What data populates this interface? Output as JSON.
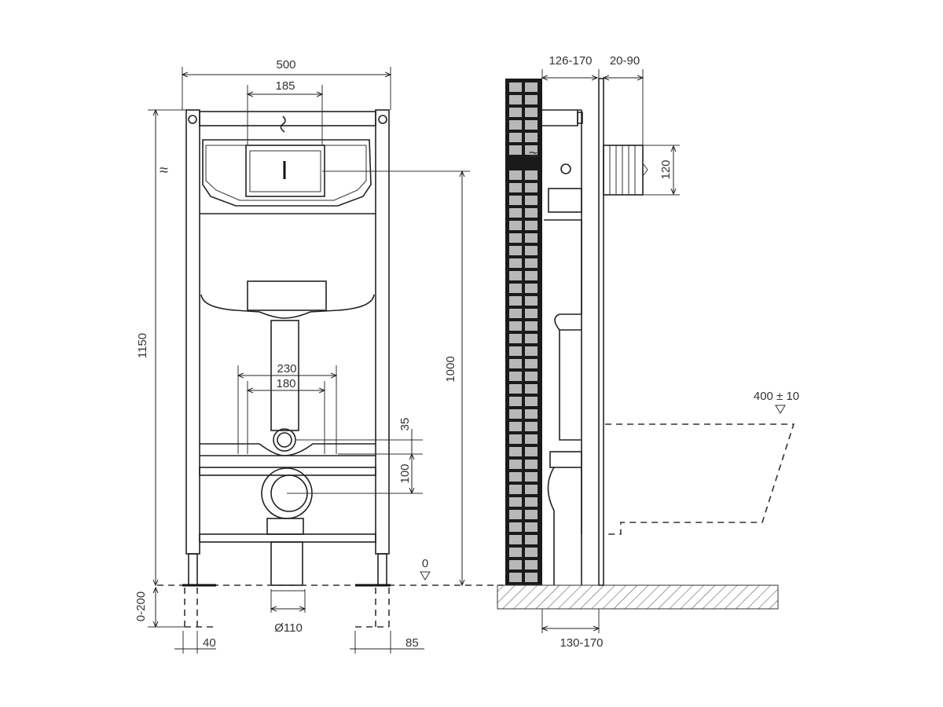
{
  "front_view": {
    "width_total": "500",
    "flush_plate_width": "185",
    "height_total": "1150",
    "flush_height": "1000",
    "bolt_spacing_outer": "230",
    "bolt_spacing_inner": "180",
    "inlet_offset": "35",
    "outlet_offset": "100",
    "floor_level": "0",
    "leg_adjust": "0-200",
    "foot_width": "40",
    "drain_diameter": "Ø110",
    "foot_depth": "85",
    "water_symbol": "≈"
  },
  "side_view": {
    "frame_depth": "126-170",
    "panel_depth": "20-90",
    "flush_plate_height": "120",
    "seat_height": "400 ± 10",
    "base_depth": "130-170",
    "water_symbol": "≈"
  },
  "colors": {
    "line": "#222222",
    "wall": "#1a1a1a",
    "brick": "#b8b8b8",
    "text": "#333333"
  }
}
